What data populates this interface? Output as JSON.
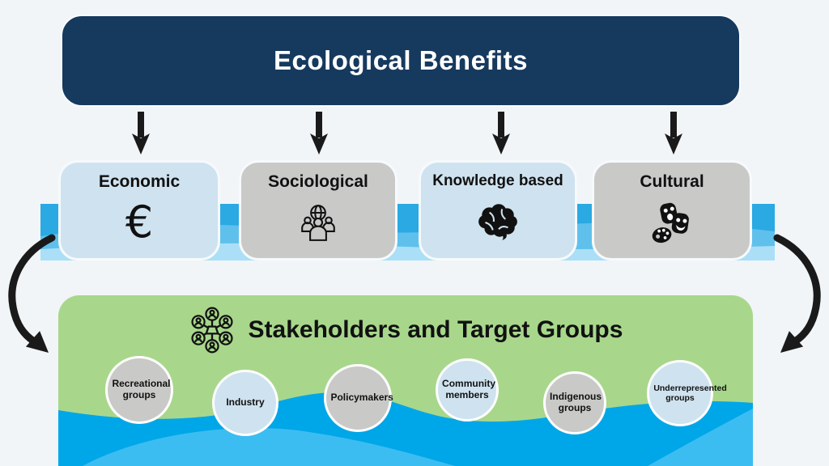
{
  "header": {
    "title": "Ecological Benefits"
  },
  "categories": [
    {
      "label": "Economic",
      "icon": "euro-icon",
      "glyph": "€",
      "style": "blue"
    },
    {
      "label": "Sociological",
      "icon": "people-globe-icon",
      "style": "gray"
    },
    {
      "label": "Knowledge based",
      "icon": "brain-icon",
      "style": "blue"
    },
    {
      "label": "Cultural",
      "icon": "theater-masks-palette-icon",
      "style": "gray"
    }
  ],
  "stakeholders": {
    "title": "Stakeholders and Target Groups",
    "icon": "people-network-icon",
    "groups": [
      {
        "label": "Recreational groups",
        "style": "gray"
      },
      {
        "label": "Industry",
        "style": "blue"
      },
      {
        "label": "Policymakers",
        "style": "gray"
      },
      {
        "label": "Community members",
        "style": "blue"
      },
      {
        "label": "Indigenous groups",
        "style": "gray"
      },
      {
        "label": "Underrepresented groups",
        "style": "blue"
      }
    ]
  },
  "colors": {
    "navy": "#16395e",
    "light_blue_box": "#cfe2ef",
    "gray_box": "#c9c9c8",
    "green_panel": "#a8d78c",
    "ribbon_blue": "#2aa9e3",
    "wave_blue": "#00a7e8",
    "wave_blue_light": "#3cbdf1",
    "background": "#f1f5f7",
    "arrow_black": "#1a1a1a"
  }
}
